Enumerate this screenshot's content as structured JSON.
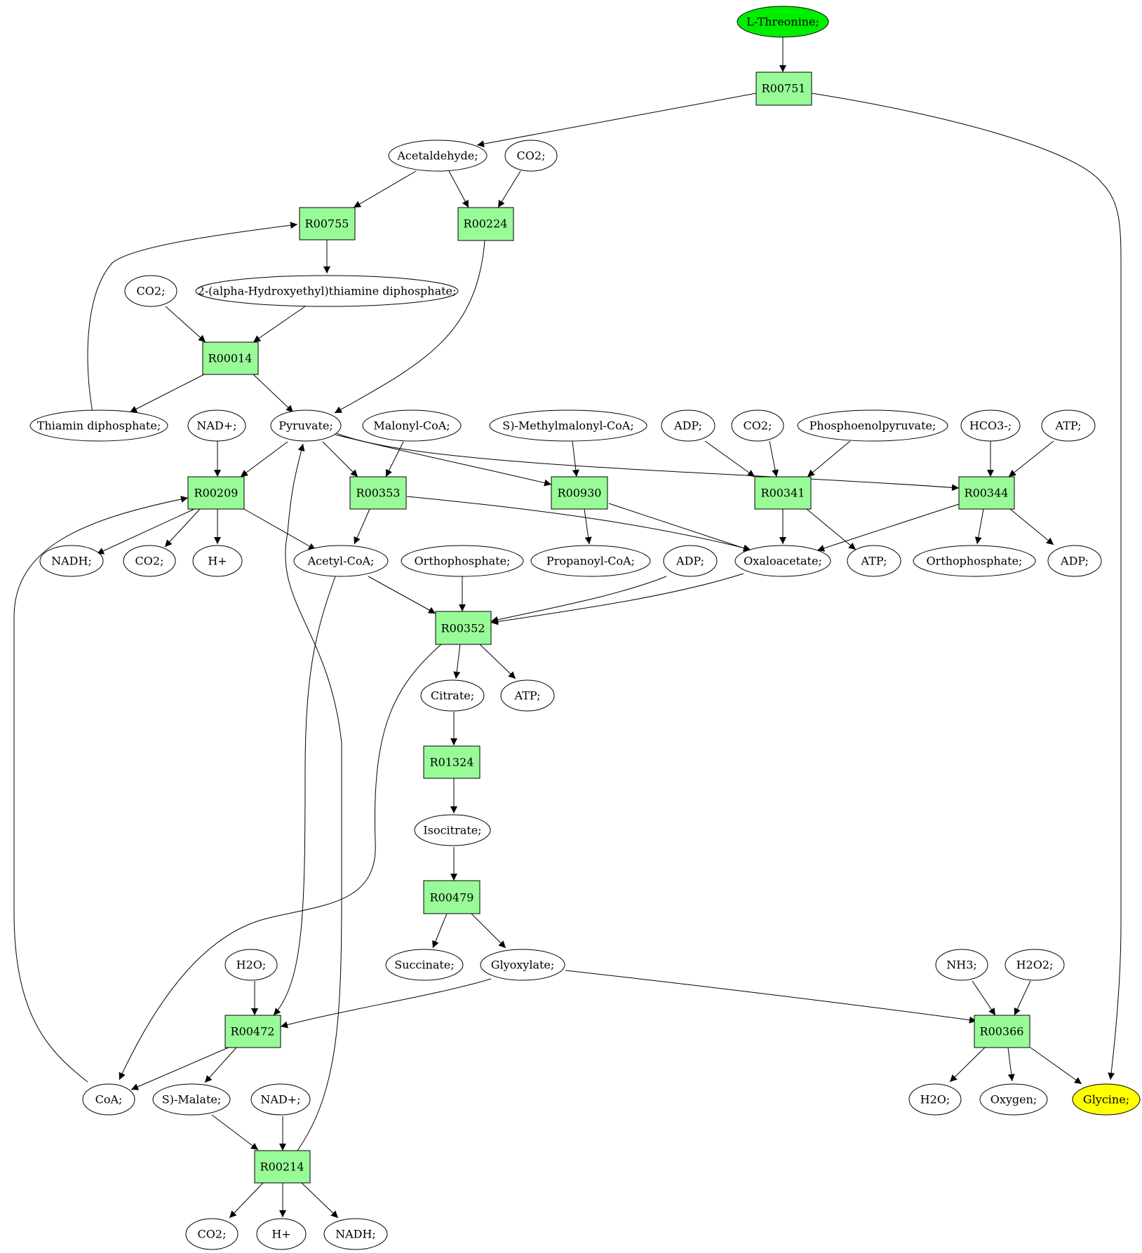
{
  "colors": {
    "reaction_fill": "#98fb98",
    "source_fill": "#00ee00",
    "target_fill": "#ffff00",
    "metabolite_fill": "#ffffff",
    "stroke": "#000000"
  },
  "reactions": {
    "R00751": "R00751",
    "R00755": "R00755",
    "R00224": "R00224",
    "R00014": "R00014",
    "R00209": "R00209",
    "R00353": "R00353",
    "R00930": "R00930",
    "R00341": "R00341",
    "R00344": "R00344",
    "R00352": "R00352",
    "R01324": "R01324",
    "R00479": "R00479",
    "R00472": "R00472",
    "R00366": "R00366",
    "R00214": "R00214"
  },
  "metabolites": {
    "l_threonine": "L-Threonine;",
    "acetaldehyde": "Acetaldehyde;",
    "co2_a": "CO2;",
    "co2_b": "CO2;",
    "hydroxyethyl_tdp": "2-(alpha-Hydroxyethyl)thiamine diphosphate;",
    "thiamin_diphosphate": "Thiamin diphosphate;",
    "nad_a": "NAD+;",
    "pyruvate": "Pyruvate;",
    "malonyl_coa": "Malonyl-CoA;",
    "s_methylmalonyl_coa": "S)-Methylmalonyl-CoA;",
    "adp_a": "ADP;",
    "co2_c": "CO2;",
    "phosphoenolpyruvate": "Phosphoenolpyruvate;",
    "hco3": "HCO3-;",
    "atp_a": "ATP;",
    "nadh_a": "NADH;",
    "co2_d": "CO2;",
    "h_plus_a": "H+",
    "acetyl_coa": "Acetyl-CoA;",
    "orthophosphate_a": "Orthophosphate;",
    "propanoyl_coa": "Propanoyl-CoA;",
    "adp_b": "ADP;",
    "oxaloacetate": "Oxaloacetate;",
    "atp_b": "ATP;",
    "orthophosphate_b": "Orthophosphate;",
    "adp_c": "ADP;",
    "citrate": "Citrate;",
    "atp_c": "ATP;",
    "isocitrate": "Isocitrate;",
    "succinate": "Succinate;",
    "glyoxylate": "Glyoxylate;",
    "h2o_a": "H2O;",
    "nh3": "NH3;",
    "h2o2": "H2O2;",
    "coa": "CoA;",
    "s_malate": "S)-Malate;",
    "nad_b": "NAD+;",
    "h2o_b": "H2O;",
    "oxygen": "Oxygen;",
    "glycine": "Glycine;",
    "co2_e": "CO2;",
    "h_plus_b": "H+",
    "nadh_b": "NADH;"
  }
}
